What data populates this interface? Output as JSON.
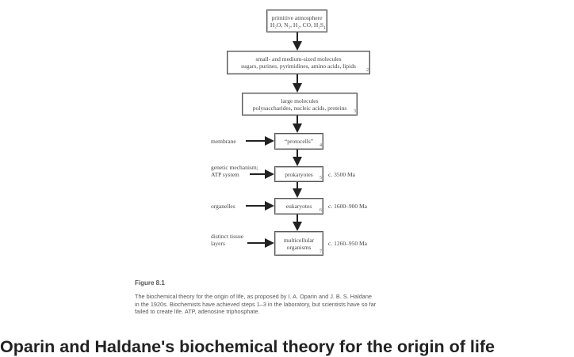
{
  "steps": [
    {
      "line1": "primitive atmosphere",
      "line2": "H₂O, N₂, H₂, CO, H₂S",
      "num": "1"
    },
    {
      "line1": "small- and medium-sized molecules",
      "line2": "sugars, purines, pyrimidines, amino acids, lipids",
      "num": "2"
    },
    {
      "line1": "large molecules",
      "line2": "polysaccharides, nucleic acids, proteins",
      "num": "3"
    },
    {
      "line1": "“protocells”",
      "num": "4",
      "input": "membrane"
    },
    {
      "line1": "prokaryotes",
      "num": "5",
      "input1": "genetic mechanism;",
      "input2": "ATP system",
      "date": "c. 3500 Ma"
    },
    {
      "line1": "eukaryotes",
      "num": "6",
      "input": "organelles",
      "date": "c. 1600–900 Ma"
    },
    {
      "line1": "multicellular",
      "line2": "organisms",
      "num": "7",
      "input1": "distinct tissue",
      "input2": "layers",
      "date": "c. 1260–950 Ma"
    }
  ],
  "caption": {
    "figure": "Figure 8.1",
    "lines": [
      "The biochemical theory for the origin of life, as proposed by I. A. Oparin and J. B. S. Haldane",
      "in the 1920s. Biochemists have achieved steps 1–3 in the laboratory, but scientists have so far",
      "failed to create life. ATP, adenosine triphosphate."
    ]
  },
  "title": "Oparin and Haldane's biochemical theory for the origin of life"
}
